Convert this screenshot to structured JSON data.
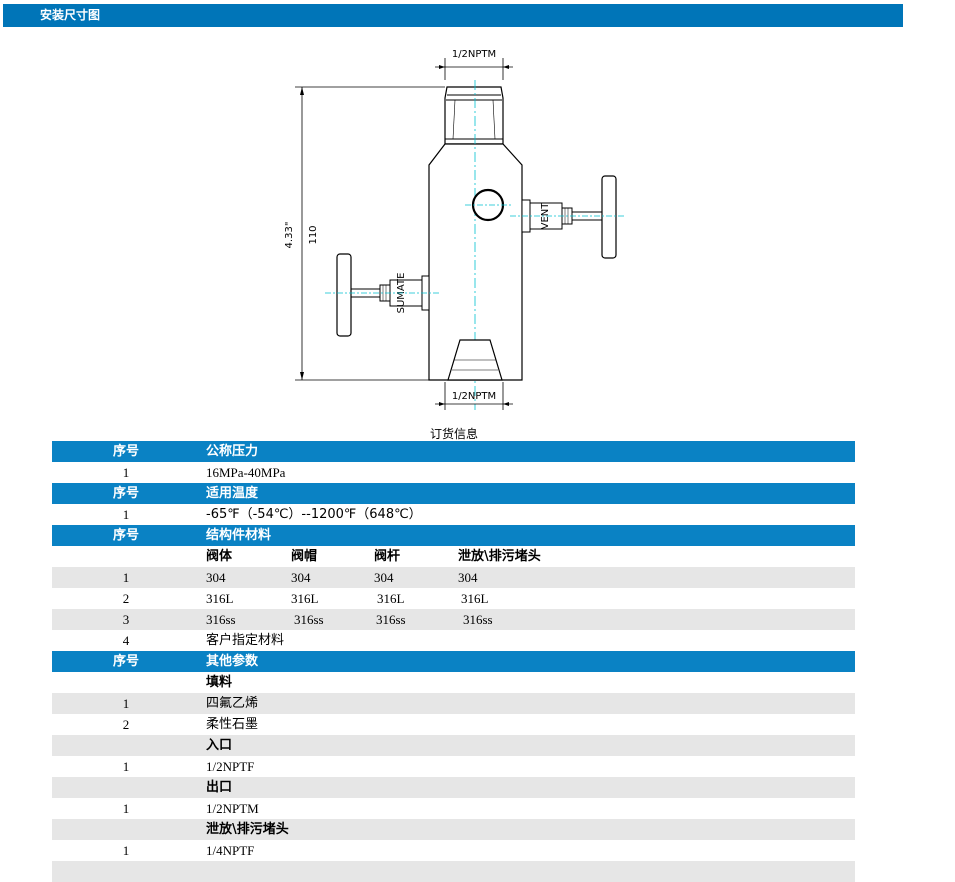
{
  "section_title": "安装尺寸图",
  "drawing": {
    "top_thread": "1/2NPTM",
    "bottom_thread": "1/2NPTM",
    "height_in": "4.33\"",
    "height_mm": "110",
    "right_valve_label": "VENT",
    "left_valve_label": "SUMATE"
  },
  "caption": "订货信息",
  "pressure": {
    "header": {
      "no": "序号",
      "title": "公称压力"
    },
    "rows": [
      {
        "no": "1",
        "value": "16MPa-40MPa"
      }
    ]
  },
  "temperature": {
    "header": {
      "no": "序号",
      "title": "适用温度"
    },
    "rows": [
      {
        "no": "1",
        "value": "-65℉（-54℃）--1200℉（648℃）"
      }
    ]
  },
  "material": {
    "header": {
      "no": "序号",
      "title": "结构件材料"
    },
    "columns": [
      "阀体",
      "阀帽",
      "阀杆",
      "泄放\\排污堵头"
    ],
    "rows": [
      {
        "no": "1",
        "cells": [
          "304",
          "304",
          "304",
          "304"
        ]
      },
      {
        "no": "2",
        "cells": [
          "316L",
          "316L",
          "316L",
          "316L"
        ]
      },
      {
        "no": "3",
        "cells": [
          "316ss",
          "316ss",
          "316ss",
          "316ss"
        ]
      },
      {
        "no": "4",
        "cells": [
          "客户指定材料"
        ]
      }
    ]
  },
  "other": {
    "header": {
      "no": "序号",
      "title": "其他参数"
    },
    "groups": [
      {
        "title": "填料",
        "rows": [
          {
            "no": "1",
            "value": "四氟乙烯"
          },
          {
            "no": "2",
            "value": "柔性石墨"
          }
        ]
      },
      {
        "title": "入口",
        "rows": [
          {
            "no": "1",
            "value": "1/2NPTF"
          }
        ]
      },
      {
        "title": "出口",
        "rows": [
          {
            "no": "1",
            "value": "1/2NPTM"
          }
        ]
      },
      {
        "title": "泄放\\排污堵头",
        "rows": [
          {
            "no": "1",
            "value": "1/4NPTF"
          }
        ]
      }
    ]
  },
  "colors": {
    "header_blue": "#0075b8",
    "row_header_blue": "#0a82c4",
    "row_alt": "#e6e6e6",
    "centerline": "#00c0d0"
  }
}
